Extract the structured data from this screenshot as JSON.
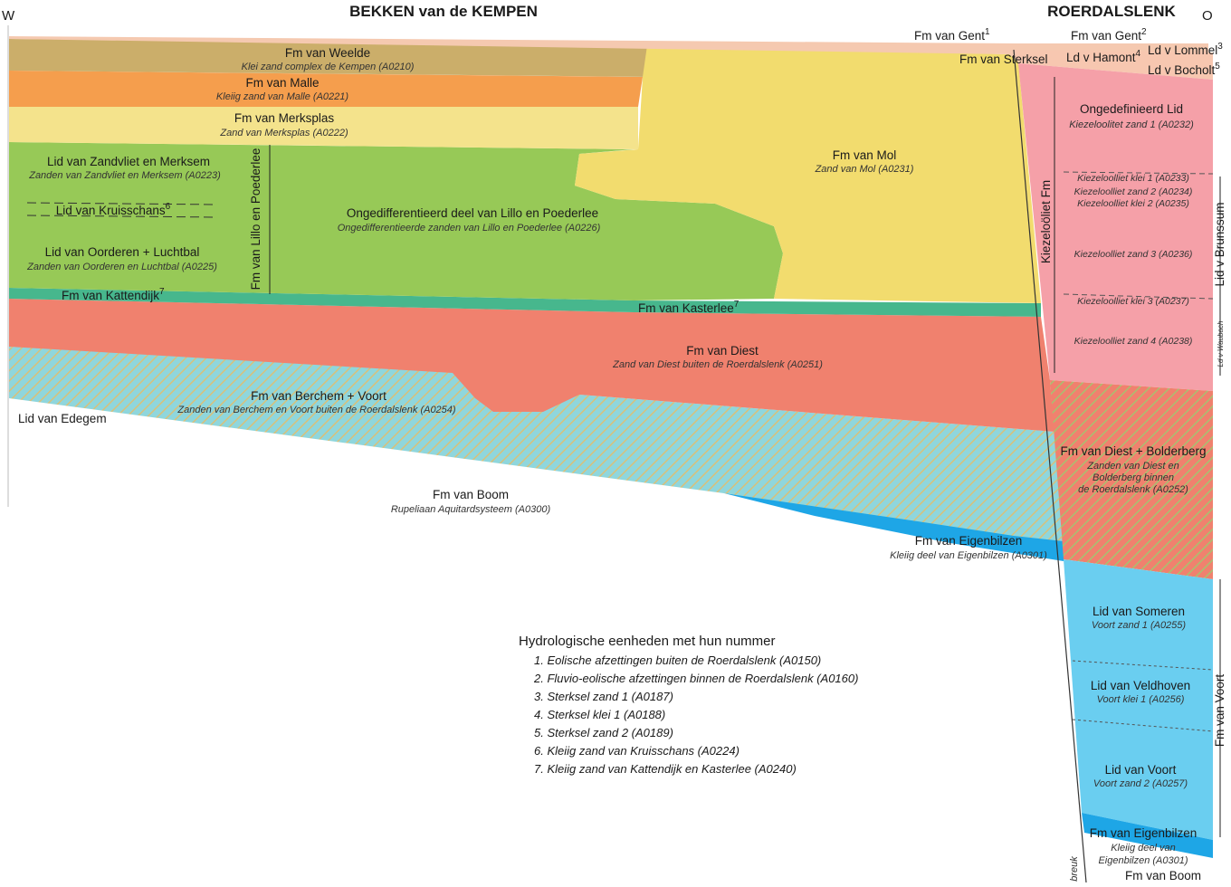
{
  "colors": {
    "weelde": "#cbae6a",
    "malle": "#f59e4d",
    "merksplas": "#f4e38c",
    "lillo": "#97c957",
    "kattendijk": "#47b78d",
    "diest": "#f0816e",
    "berchem": "#8fd6dc",
    "berchem_hatch": "#d8c07a",
    "boom": "#ffffff",
    "eigenbilzen": "#1ea6e6",
    "mol": "#f2dc6e",
    "kiezeloolit": "#f5a0a8",
    "gent": "#f5c9b0",
    "roerdal_top": "#f7c7b0",
    "diest_bolderberg": "#f0816e",
    "db_hatch": "#a8c070",
    "voort": "#6acef0"
  },
  "headers": {
    "left_edge": "W",
    "right_edge": "O",
    "basin_title": "BEKKEN van de KEMPEN",
    "graben_title": "ROERDALSLENK"
  },
  "units": {
    "weelde": {
      "name": "Fm van Weelde",
      "code": "Klei zand complex de Kempen (A0210)"
    },
    "malle": {
      "name": "Fm van Malle",
      "code": "Kleiig zand van Malle (A0221)"
    },
    "merksplas": {
      "name": "Fm van Merksplas",
      "code": "Zand van Merksplas (A0222)"
    },
    "zandvliet": {
      "name": "Lid van Zandvliet en Merksem",
      "code": "Zanden van Zandvliet en Merksem (A0223)"
    },
    "kruisschans": {
      "name": "Lid van Kruisschans",
      "sup": "6"
    },
    "oorderen": {
      "name": "Lid van Oorderen + Luchtbal",
      "code": "Zanden van Oorderen en Luchtbal (A0225)"
    },
    "lillo_poederlee_vert": "Fm van Lillo en Poederlee",
    "lillo": {
      "name": "Ongedifferentieerd deel van Lillo en Poederlee",
      "code": "Ongedifferentieerde zanden van Lillo en Poederlee (A0226)"
    },
    "kattendijk": {
      "name": "Fm van Kattendijk",
      "sup": "7"
    },
    "kasterlee": {
      "name": "Fm van Kasterlee",
      "sup": "7"
    },
    "mol": {
      "name": "Fm van Mol",
      "code": "Zand van Mol (A0231)"
    },
    "diest": {
      "name": "Fm van Diest",
      "code": "Zand van Diest buiten de Roerdalslenk (A0251)"
    },
    "berchem": {
      "name": "Fm van Berchem + Voort",
      "code": "Zanden van Berchem en Voort buiten de Roerdalslenk (A0254)"
    },
    "edegem": "Lid van Edegem",
    "boom": {
      "name": "Fm van Boom",
      "code": "Rupeliaan Aquitardsysteem (A0300)"
    },
    "eigenbilzen": {
      "name": "Fm van Eigenbilzen",
      "code": "Kleiig deel van Eigenbilzen (A0301)"
    },
    "gent_left": {
      "name": "Fm van Gent",
      "sup": "1"
    },
    "gent_right": {
      "name": "Fm van Gent",
      "sup": "2"
    },
    "sterksel": "Fm van Sterksel",
    "hamont": {
      "name": "Ld v Hamont",
      "sup": "4"
    },
    "lommel": {
      "name": "Ld v Lommel",
      "sup": "3"
    },
    "bocholt": {
      "name": "Ld v Bocholt",
      "sup": "5"
    },
    "ongedefinieerd": {
      "name": "Ongedefinieerd Lid",
      "code": "Kiezeloolitet zand 1 (A0232)"
    },
    "kiezeloolit_fm": "Kiezeloöliet Fm",
    "klei1": "Kiezeloolliet klei 1 (A0233)",
    "zand2": "Kiezeloolliet zand 2 (A0234)",
    "klei2": "Kiezeloolliet klei 2 (A0235)",
    "zand3": "Kiezeloolliet zand 3 (A0236)",
    "klei3": "Kiezeloolliet klei 3 (A0237)",
    "zand4": "Kiezeloolliet zand 4 (A0238)",
    "brunssum": "Lid v Brunssum",
    "waubach": "Ld v Waubach",
    "diest_bolderberg": {
      "name": "Fm van Diest + Bolderberg",
      "code1": "Zanden van Diest en",
      "code2": "Bolderberg binnen",
      "code3": "de Roerdalslenk (A0252)"
    },
    "someren": {
      "name": "Lid van Someren",
      "code": "Voort zand 1 (A0255)"
    },
    "veldhoven": {
      "name": "Lid van Veldhoven",
      "code": "Voort klei 1 (A0256)"
    },
    "voort_lid": {
      "name": "Lid van Voort",
      "code": "Voort zand 2 (A0257)"
    },
    "fm_voort": "Fm van Voort",
    "eigenbilzen_r": {
      "name": "Fm van Eigenbilzen",
      "code1": "Kleiig deel van",
      "code2": "Eigenbilzen (A0301)"
    },
    "boom_r": "Fm van Boom",
    "breuk": "breuk"
  },
  "legend": {
    "title": "Hydrologische eenheden met hun nummer",
    "items": [
      "1.  Eolische afzettingen buiten de Roerdalslenk (A0150)",
      "2.  Fluvio-eolische afzettingen binnen de Roerdalslenk (A0160)",
      "3.  Sterksel zand 1 (A0187)",
      "4.  Sterksel klei 1  (A0188)",
      "5.  Sterksel zand 2 (A0189)",
      "6.  Kleiig zand van Kruisschans (A0224)",
      "7.  Kleiig zand van Kattendijk en Kasterlee (A0240)"
    ]
  }
}
